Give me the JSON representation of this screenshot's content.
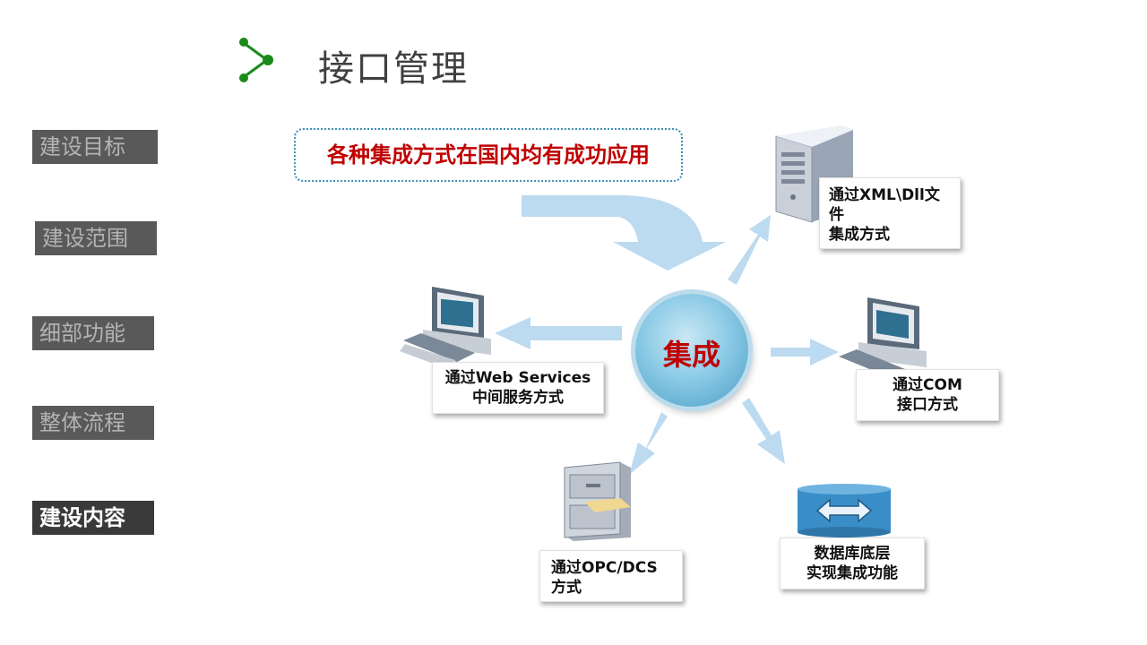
{
  "header": {
    "title": "接口管理",
    "icon": "share-node-icon",
    "accent_color": "#1a8a1a"
  },
  "sidebar": {
    "items": [
      {
        "label": "建设目标",
        "active": false
      },
      {
        "label": "建设范围",
        "active": false
      },
      {
        "label": "细部功能",
        "active": false
      },
      {
        "label": "整体流程",
        "active": false
      },
      {
        "label": "建设内容",
        "active": true
      }
    ]
  },
  "banner": {
    "text": "各种集成方式在国内均有成功应用",
    "color": "#c00000"
  },
  "diagram": {
    "center_label": "集成",
    "nodes": [
      {
        "icon": "server-icon",
        "lines": [
          "通过XML\\Dll文",
          "件",
          "集成方式"
        ]
      },
      {
        "icon": "computer-icon",
        "lines": [
          "通过Web Services",
          "中间服务方式"
        ]
      },
      {
        "icon": "computer-icon",
        "lines": [
          "通过COM",
          "接口方式"
        ]
      },
      {
        "icon": "file-cabinet-icon",
        "lines": [
          "通过OPC/DCS",
          "方式"
        ]
      },
      {
        "icon": "database-layer-icon",
        "lines": [
          "数据库底层",
          "实现集成功能"
        ]
      }
    ],
    "arrow_color": "#bcdaf0"
  }
}
